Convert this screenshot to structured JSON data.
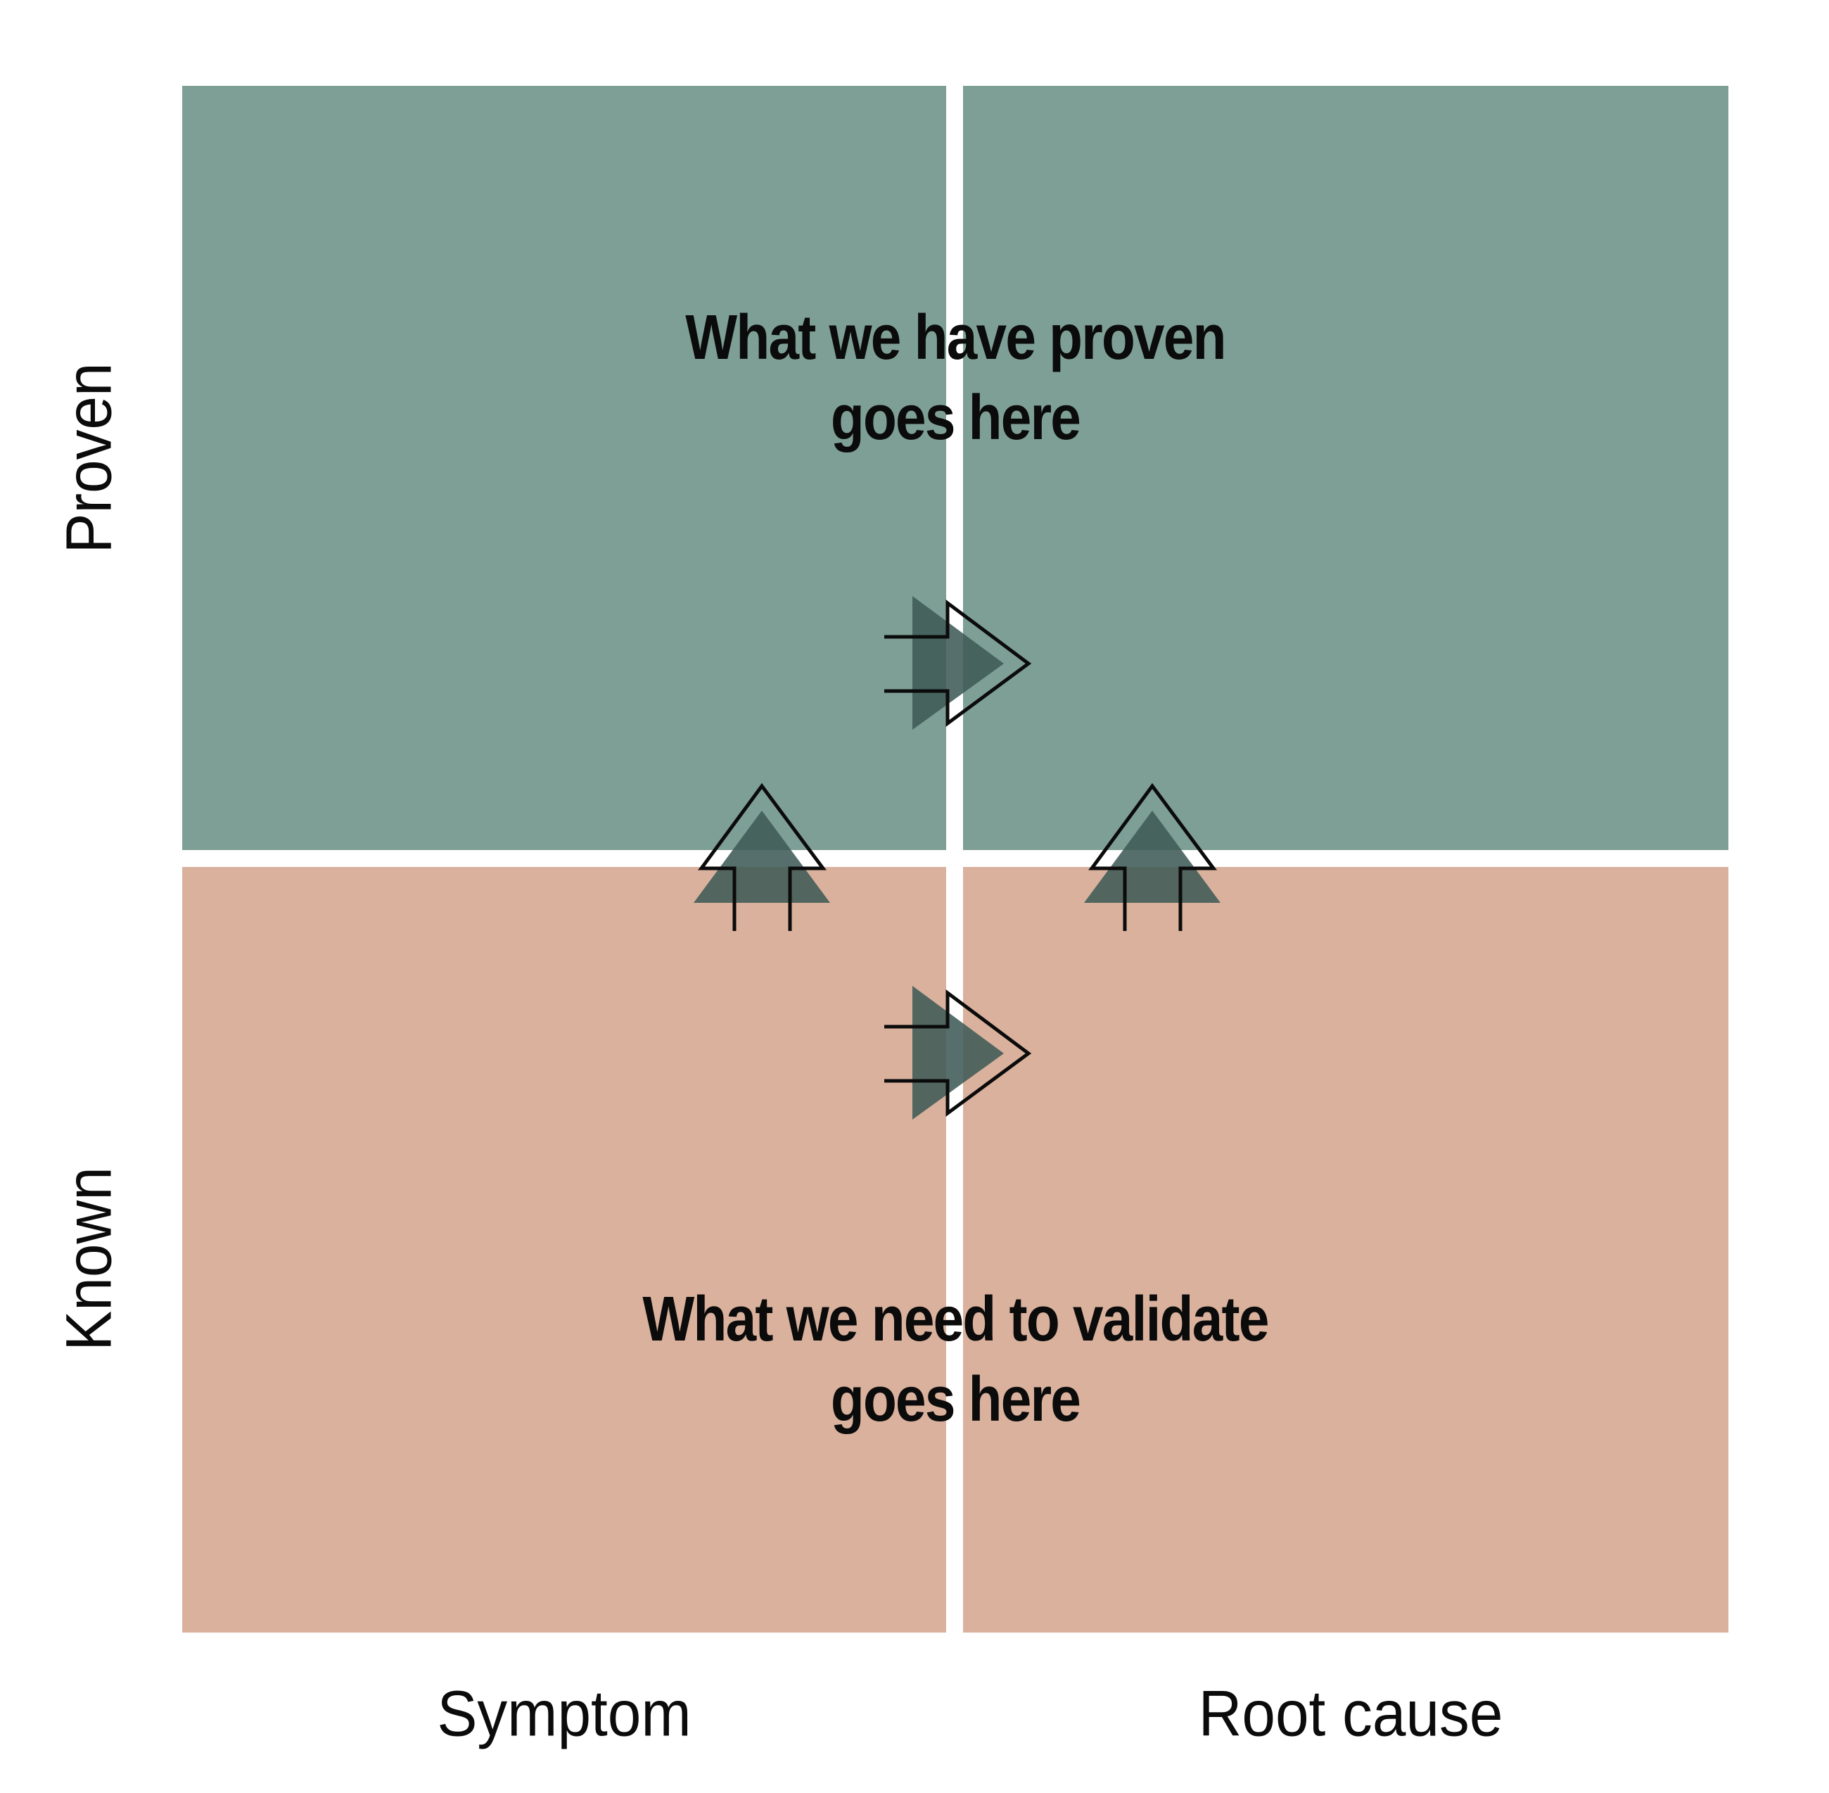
{
  "theme": {
    "green": "#7e9f95",
    "pink": "#d9b19d",
    "arrow_fill": "#3e5a56",
    "ink": "#0b0b0b",
    "bg": "#ffffff"
  },
  "diagram": {
    "notes": {
      "proven_line1": "What we have proven",
      "proven_line2": "goes here",
      "validate_line1": "What we need to validate",
      "validate_line2": "goes here"
    },
    "y_axis": {
      "top": "Proven",
      "bottom": "Known"
    },
    "x_axis": {
      "left": "Symptom",
      "right": "Root cause"
    },
    "icons": [
      "right-arrow-icon",
      "up-arrow-icon"
    ]
  }
}
